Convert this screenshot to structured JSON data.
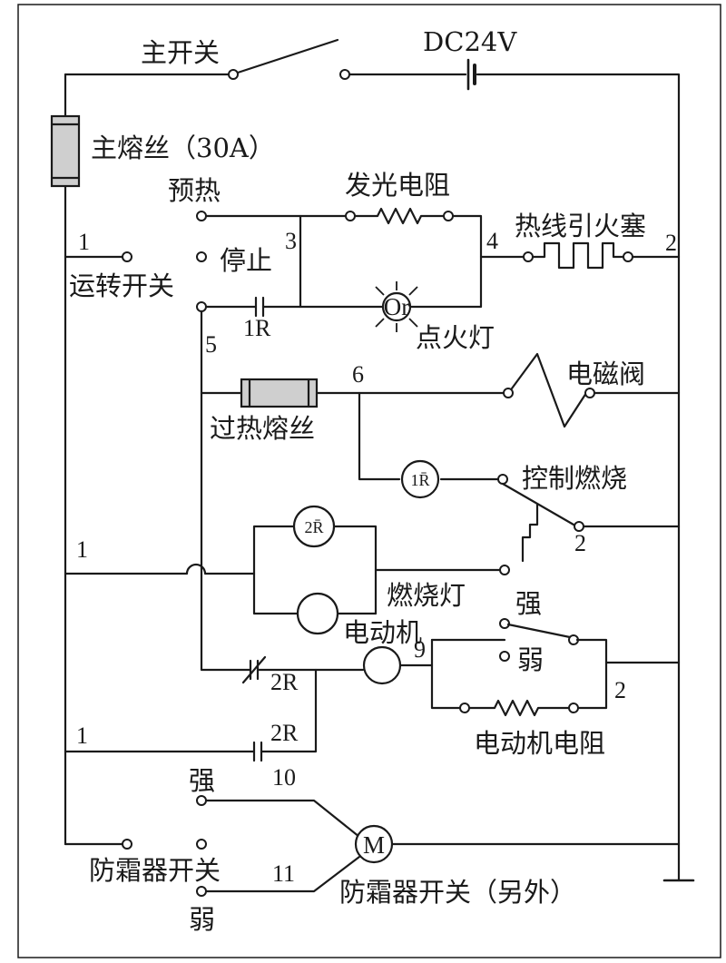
{
  "labels": {
    "main_switch": "主开关",
    "dc_source": "DC24V",
    "main_fuse": "主熔丝（30A）",
    "preheat": "预热",
    "glow_resistor": "发光电阻",
    "stop": "停止",
    "run_switch": "运转开关",
    "hot_wire_plug": "热线引火塞",
    "ignition_lamp": "点火灯",
    "solenoid_valve": "电磁阀",
    "overheat_fuse": "过热熔丝",
    "combustion_control": "控制燃烧",
    "combustion_lamp": "燃烧灯",
    "motor": "电动机",
    "strong": "强",
    "weak": "弱",
    "motor_resistor": "电动机电阻",
    "defrost_switch": "防霜器开关",
    "defrost_switch_other": "防霜器开关（另外）"
  },
  "symbols": {
    "or": "Or",
    "relay_1r_bar": "1R̄",
    "relay_2r_bar": "2R̄",
    "motor_m": "M",
    "relay_1r": "1R",
    "relay_2r_a": "2R",
    "relay_2r_b": "2R"
  },
  "nodes": {
    "n1_a": "1",
    "n1_b": "1",
    "n1_c": "1",
    "n2_a": "2",
    "n2_b": "2",
    "n2_c": "2",
    "n3": "3",
    "n4": "4",
    "n5": "5",
    "n6": "6",
    "n9": "9",
    "n10": "10",
    "n11": "11"
  }
}
